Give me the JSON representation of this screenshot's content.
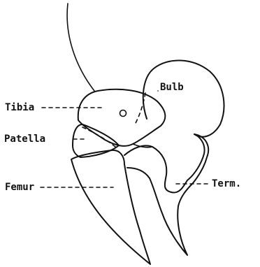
{
  "labels": {
    "bulb": "Bulb",
    "tibia": "Tibia",
    "patella": "Patella",
    "femur": "Femur",
    "term": "Term."
  },
  "colors": {
    "ink": "#111111",
    "paper": "#ffffff"
  }
}
